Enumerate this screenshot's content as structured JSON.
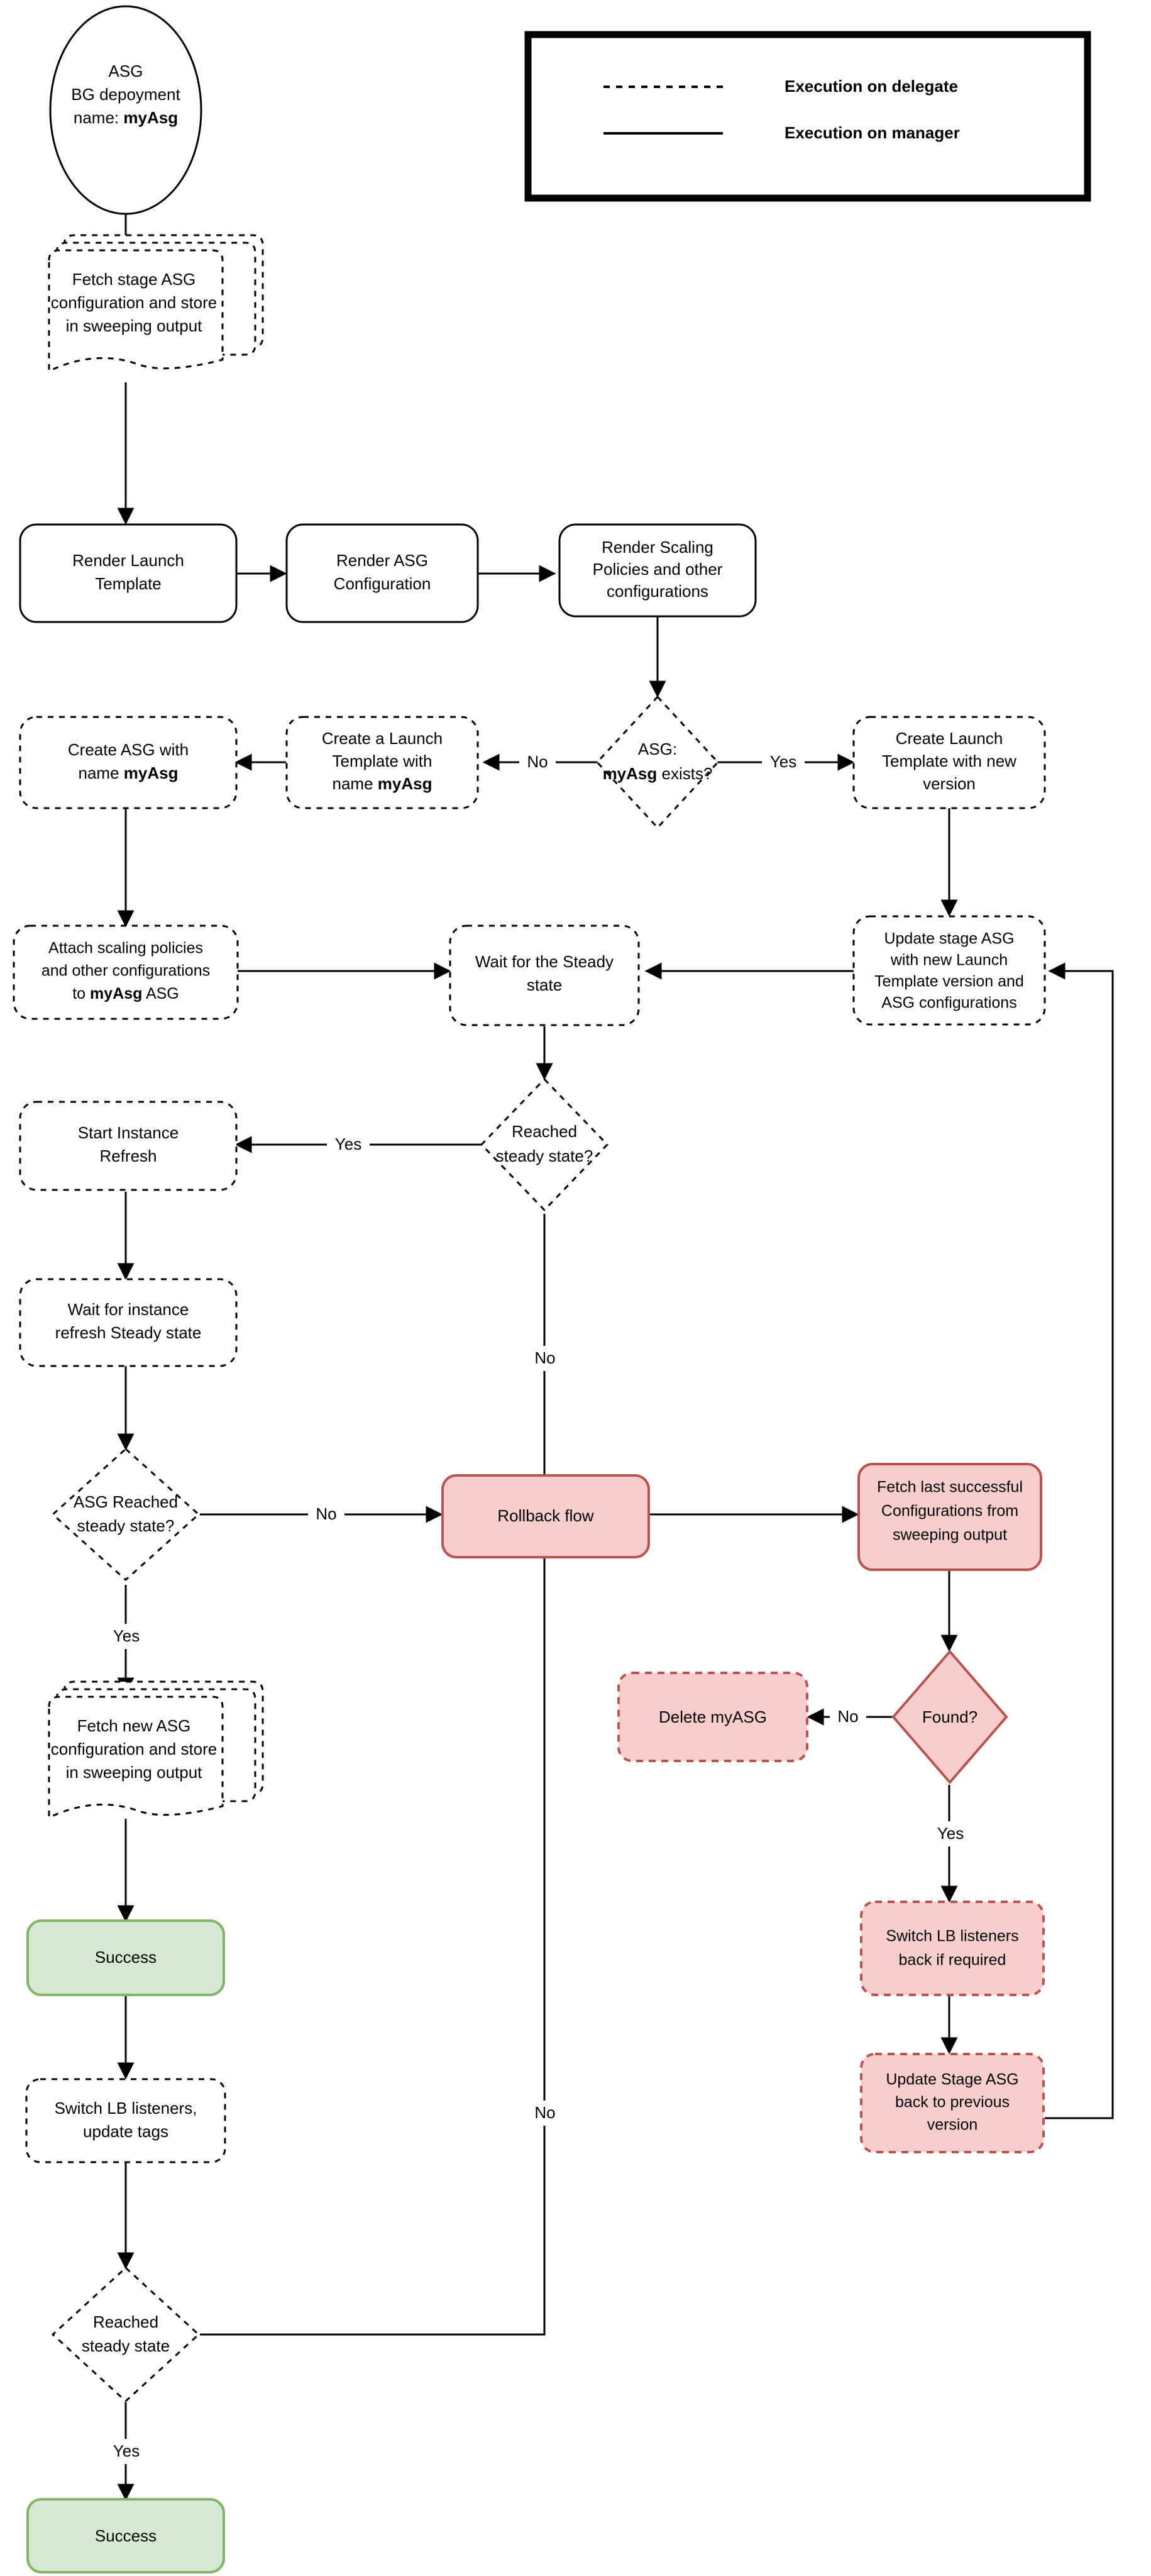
{
  "diagram": {
    "title": "ASG Blue-Green Deployment Flow",
    "colors": {
      "stroke": "#000000",
      "pink_fill": "#f8cecc",
      "pink_stroke": "#b85450",
      "green_fill": "#d5e8d4",
      "green_stroke": "#82b366",
      "white_fill": "#ffffff"
    },
    "legend": {
      "name": "legend",
      "items": [
        {
          "style": "dashed",
          "label": "Execution on delegate"
        },
        {
          "style": "solid",
          "label": "Execution on manager"
        }
      ]
    },
    "nodes": {
      "start": {
        "shape": "ellipse",
        "border": "solid",
        "fill": "white",
        "lines": [
          "ASG",
          "BG depoyment",
          "name: myAsg"
        ],
        "bold_parts": [
          "myAsg"
        ]
      },
      "fetch_stage": {
        "shape": "multi-document",
        "border": "dashed",
        "fill": "white",
        "lines": [
          "Fetch stage ASG",
          "configuration and store",
          "in sweeping output"
        ]
      },
      "render_launch_template": {
        "shape": "rounded-rect",
        "border": "solid",
        "fill": "white",
        "lines": [
          "Render Launch",
          "Template"
        ]
      },
      "render_asg_config": {
        "shape": "rounded-rect",
        "border": "solid",
        "fill": "white",
        "lines": [
          "Render ASG",
          "Configuration"
        ]
      },
      "render_scaling": {
        "shape": "rounded-rect",
        "border": "solid",
        "fill": "white",
        "lines": [
          "Render Scaling",
          "Policies and other",
          "configurations"
        ]
      },
      "asg_exists": {
        "shape": "diamond",
        "border": "dashed",
        "fill": "white",
        "lines": [
          "ASG:",
          "myAsg exists?"
        ],
        "bold_parts": [
          "myAsg"
        ]
      },
      "create_lt_new_version": {
        "shape": "rounded-rect",
        "border": "dashed",
        "fill": "white",
        "lines": [
          "Create Launch",
          "Template with new",
          "version"
        ]
      },
      "create_lt_named": {
        "shape": "rounded-rect",
        "border": "dashed",
        "fill": "white",
        "lines": [
          "Create a Launch",
          "Template with",
          "name myAsg"
        ],
        "bold_parts": [
          "myAsg"
        ]
      },
      "create_asg_named": {
        "shape": "rounded-rect",
        "border": "dashed",
        "fill": "white",
        "lines": [
          "Create ASG with",
          "name myAsg"
        ],
        "bold_parts": [
          "myAsg"
        ]
      },
      "attach_scaling": {
        "shape": "rounded-rect",
        "border": "dashed",
        "fill": "white",
        "lines": [
          "Attach scaling policies",
          "and other configurations",
          "to myAsg ASG"
        ],
        "bold_parts": [
          "myAsg"
        ]
      },
      "wait_steady": {
        "shape": "rounded-rect",
        "border": "dashed",
        "fill": "white",
        "lines": [
          "Wait for the Steady",
          "state"
        ]
      },
      "update_stage_asg": {
        "shape": "rounded-rect",
        "border": "dashed",
        "fill": "white",
        "lines": [
          "Update stage ASG",
          "with new Launch",
          "Template version and",
          "ASG configurations"
        ]
      },
      "reached_steady_1": {
        "shape": "diamond",
        "border": "dashed",
        "fill": "white",
        "lines": [
          "Reached",
          "steady state?"
        ]
      },
      "start_instance_refresh": {
        "shape": "rounded-rect",
        "border": "dashed",
        "fill": "white",
        "lines": [
          "Start Instance",
          "Refresh"
        ]
      },
      "wait_instance_refresh": {
        "shape": "rounded-rect",
        "border": "dashed",
        "fill": "white",
        "lines": [
          "Wait for instance",
          "refresh Steady state"
        ]
      },
      "asg_reached_steady": {
        "shape": "diamond",
        "border": "dashed",
        "fill": "white",
        "lines": [
          "ASG Reached",
          "steady state?"
        ]
      },
      "rollback_flow": {
        "shape": "rounded-rect",
        "border": "solid",
        "fill": "pink",
        "lines": [
          "Rollback flow"
        ]
      },
      "fetch_last_successful": {
        "shape": "rounded-rect",
        "border": "solid",
        "fill": "pink",
        "lines": [
          "Fetch last successful",
          "Configurations from",
          "sweeping output"
        ]
      },
      "found": {
        "shape": "diamond",
        "border": "solid",
        "fill": "pink",
        "lines": [
          "Found?"
        ]
      },
      "delete_myasg": {
        "shape": "rounded-rect",
        "border": "dashed",
        "fill": "pink",
        "lines": [
          "Delete myASG"
        ]
      },
      "fetch_new_asg": {
        "shape": "multi-document",
        "border": "dashed",
        "fill": "white",
        "lines": [
          "Fetch new ASG",
          "configuration and store",
          "in sweeping output"
        ]
      },
      "success_1": {
        "shape": "rounded-rect",
        "border": "solid",
        "fill": "green",
        "lines": [
          "Success"
        ]
      },
      "switch_lb_update_tags": {
        "shape": "rounded-rect",
        "border": "dashed",
        "fill": "white",
        "lines": [
          "Switch LB listeners,",
          "update tags"
        ]
      },
      "switch_lb_back": {
        "shape": "rounded-rect",
        "border": "dashed",
        "fill": "pink",
        "lines": [
          "Switch LB listeners",
          "back if required"
        ]
      },
      "update_stage_back": {
        "shape": "rounded-rect",
        "border": "dashed",
        "fill": "pink",
        "lines": [
          "Update Stage ASG",
          "back to previous",
          "version"
        ]
      },
      "reached_steady_2": {
        "shape": "diamond",
        "border": "dashed",
        "fill": "white",
        "lines": [
          "Reached",
          "steady state"
        ]
      },
      "success_2": {
        "shape": "rounded-rect",
        "border": "solid",
        "fill": "green",
        "lines": [
          "Success"
        ]
      }
    },
    "edge_labels": {
      "no_asg_exists": "No",
      "yes_asg_exists": "Yes",
      "yes_reached_steady_1": "Yes",
      "no_reached_steady_1": "No",
      "no_asg_reached_steady": "No",
      "yes_asg_reached_steady": "Yes",
      "no_found": "No",
      "yes_found": "Yes",
      "no_reached_steady_2": "No",
      "yes_reached_steady_2": "Yes"
    },
    "text": {
      "start_l1": "ASG",
      "start_l2": "BG depoyment",
      "start_l3a": "name: ",
      "start_l3b": "myAsg",
      "fetch_stage_l1": "Fetch stage ASG",
      "fetch_stage_l2": "configuration and store",
      "fetch_stage_l3": "in sweeping output",
      "rlt_l1": "Render Launch",
      "rlt_l2": "Template",
      "rac_l1": "Render ASG",
      "rac_l2": "Configuration",
      "rsp_l1": "Render Scaling",
      "rsp_l2": "Policies and other",
      "rsp_l3": "configurations",
      "asgex_l1": "ASG:",
      "asgex_l2a": "myAsg",
      "asgex_l2b": " exists?",
      "cltnv_l1": "Create Launch",
      "cltnv_l2": "Template with new",
      "cltnv_l3": "version",
      "cltn_l1": "Create a Launch",
      "cltn_l2": "Template with",
      "cltn_l3a": "name ",
      "cltn_l3b": "myAsg",
      "casgn_l1": "Create ASG with",
      "casgn_l2a": "name ",
      "casgn_l2b": "myAsg",
      "attach_l1": "Attach scaling policies",
      "attach_l2": "and other configurations",
      "attach_l3a": "to ",
      "attach_l3b": "myAsg",
      "attach_l3c": " ASG",
      "wait_l1": "Wait for the Steady",
      "wait_l2": "state",
      "upd_l1": "Update stage ASG",
      "upd_l2": "with new Launch",
      "upd_l3": "Template version and",
      "upd_l4": "ASG configurations",
      "rs1_l1": "Reached",
      "rs1_l2": "steady state?",
      "sir_l1": "Start Instance",
      "sir_l2": "Refresh",
      "wir_l1": "Wait for instance",
      "wir_l2": "refresh Steady state",
      "ars_l1": "ASG Reached",
      "ars_l2": "steady state?",
      "rollback_l1": "Rollback flow",
      "fls_l1": "Fetch last successful",
      "fls_l2": "Configurations from",
      "fls_l3": "sweeping output",
      "found_l1": "Found?",
      "del_l1": "Delete myASG",
      "fna_l1": "Fetch new ASG",
      "fna_l2": "configuration and store",
      "fna_l3": "in sweeping output",
      "success1_l1": "Success",
      "slut_l1": "Switch LB listeners,",
      "slut_l2": "update tags",
      "slb_l1": "Switch LB listeners",
      "slb_l2": "back if required",
      "usab_l1": "Update Stage ASG",
      "usab_l2": "back to previous",
      "usab_l3": "version",
      "rs2_l1": "Reached",
      "rs2_l2": "steady state",
      "success2_l1": "Success",
      "legend_delegate": "Execution on delegate",
      "legend_manager": "Execution on manager",
      "lbl_no_1": "No",
      "lbl_yes_1": "Yes",
      "lbl_yes_2": "Yes",
      "lbl_no_2": "No",
      "lbl_no_3": "No",
      "lbl_yes_3": "Yes",
      "lbl_no_4": "No",
      "lbl_yes_4": "Yes",
      "lbl_no_5": "No",
      "lbl_yes_5": "Yes"
    }
  }
}
